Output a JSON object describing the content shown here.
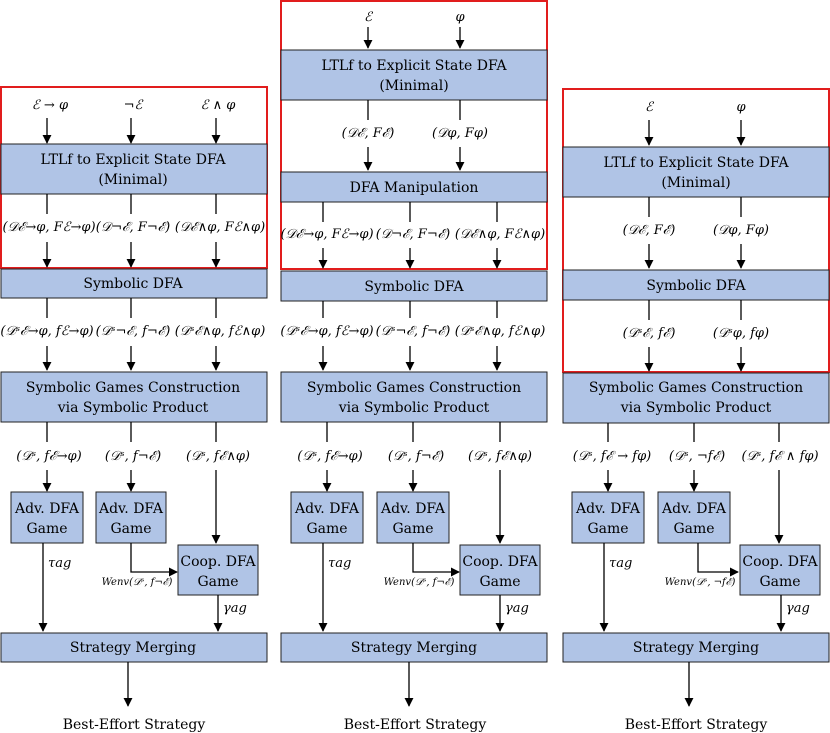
{
  "colors": {
    "box_fill": "#b0c4e6",
    "frame": "#e11d1d",
    "line": "#000000"
  },
  "common": {
    "ltlf_line1": "LTLf to Explicit State DFA",
    "ltlf_line2": "(Minimal)",
    "symbolic_dfa": "Symbolic DFA",
    "games_line1": "Symbolic Games Construction",
    "games_line2": "via Symbolic Product",
    "adv_line1": "Adv. DFA",
    "adv_line2": "Game",
    "coop_line1": "Coop. DFA",
    "coop_line2": "Game",
    "merging": "Strategy Merging",
    "result": "Best-Effort Strategy",
    "dfa_manipulation": "DFA Manipulation",
    "tau": "τag",
    "gamma": "γag"
  },
  "panel1": {
    "inputs": [
      "ℰ → φ",
      "¬ℰ",
      "ℰ ∧ φ"
    ],
    "explicit_outputs": [
      "(𝒟ℰ→φ, Fℰ→φ)",
      "(𝒟¬ℰ, F¬ℰ)",
      "(𝒟ℰ∧φ, Fℰ∧φ)"
    ],
    "symbolic_outputs": [
      "(𝒟ˢℰ→φ, fℰ→φ)",
      "(𝒟ˢ¬ℰ, f¬ℰ)",
      "(𝒟ˢℰ∧φ, fℰ∧φ)"
    ],
    "game_outputs": [
      "(𝒟ˢ, fℰ→φ)",
      "(𝒟ˢ, f¬ℰ)",
      "(𝒟ˢ, fℰ∧φ)"
    ],
    "w_env": "Wenv(𝒟ˢ, f¬ℰ)"
  },
  "panel2": {
    "inputs": [
      "ℰ",
      "φ"
    ],
    "explicit_outputs": [
      "(𝒟ℰ, Fℰ)",
      "(𝒟φ, Fφ)"
    ],
    "manip_outputs": [
      "(𝒟ℰ→φ, Fℰ→φ)",
      "(𝒟¬ℰ, F¬ℰ)",
      "(𝒟ℰ∧φ, Fℰ∧φ)"
    ],
    "symbolic_outputs": [
      "(𝒟ˢℰ→φ, fℰ→φ)",
      "(𝒟ˢ¬ℰ, f¬ℰ)",
      "(𝒟ˢℰ∧φ, fℰ∧φ)"
    ],
    "game_outputs": [
      "(𝒟ˢ, fℰ→φ)",
      "(𝒟ˢ, f¬ℰ)",
      "(𝒟ˢ, fℰ∧φ)"
    ],
    "w_env": "Wenv(𝒟ˢ, f¬ℰ)"
  },
  "panel3": {
    "inputs": [
      "ℰ",
      "φ"
    ],
    "explicit_outputs": [
      "(𝒟ℰ, Fℰ)",
      "(𝒟φ, Fφ)"
    ],
    "symbolic_outputs": [
      "(𝒟ˢℰ, fℰ)",
      "(𝒟ˢφ, fφ)"
    ],
    "game_outputs": [
      "(𝒟ˢ, fℰ → fφ)",
      "(𝒟ˢ, ¬fℰ)",
      "(𝒟ˢ, fℰ ∧ fφ)"
    ],
    "w_env": "Wenv(𝒟ˢ, ¬fℰ)"
  }
}
